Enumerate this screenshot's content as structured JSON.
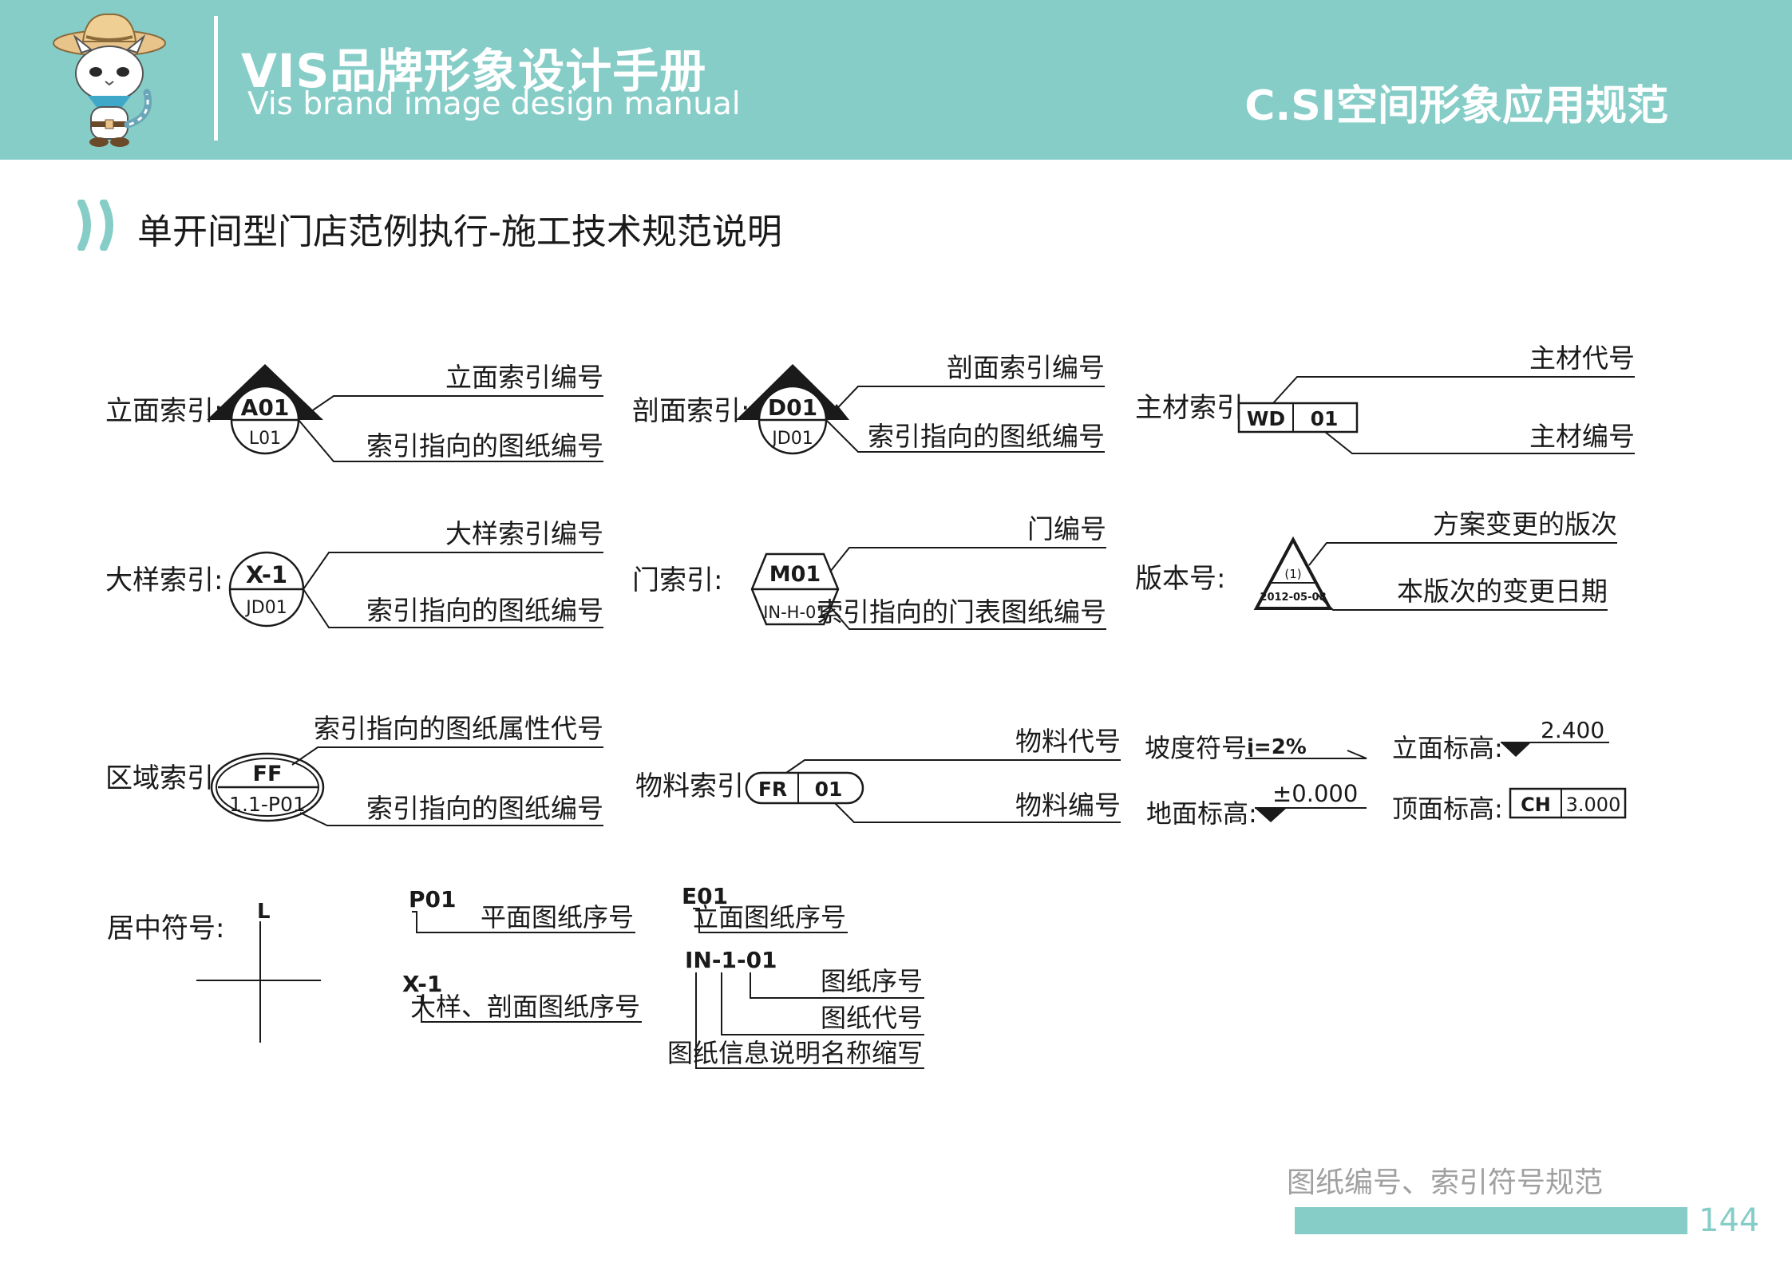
{
  "header": {
    "manual_title": "VIS品牌形象设计手册",
    "manual_subtitle": "Vis brand image design manual",
    "chapter": "C.SI空间形象应用规范",
    "brand_color": "#86cdc8"
  },
  "section": {
    "title": "单开间型门店范例执行-施工技术规范说明",
    "chevron_icon": "double-chevron-icon"
  },
  "symbols": {
    "elevation": {
      "label": "立面索引:",
      "top_code": "A01",
      "bottom_code": "L01",
      "line1": "立面索引编号",
      "line2": "索引指向的图纸编号"
    },
    "section_index": {
      "label": "剖面索引:",
      "top_code": "D01",
      "bottom_code": "JD01",
      "line1": "剖面索引编号",
      "line2": "索引指向的图纸编号"
    },
    "material_index": {
      "label": "主材索引:",
      "code": "WD",
      "number": "01",
      "line1": "主材代号",
      "line2": "主材编号"
    },
    "detail_index": {
      "label": "大样索引:",
      "top_code": "X-1",
      "bottom_code": "JD01",
      "line1": "大样索引编号",
      "line2": "索引指向的图纸编号"
    },
    "door_index": {
      "label": "门索引:",
      "top_code": "M01",
      "bottom_code": "IN-H-01",
      "line1": "门编号",
      "line2": "索引指向的门表图纸编号"
    },
    "version": {
      "label": "版本号:",
      "top_code": "(1)",
      "bottom_code": "2012-05-08",
      "line1": "方案变更的版次",
      "line2": "本版次的变更日期"
    },
    "area_index": {
      "label": "区域索引:",
      "top_code": "FF",
      "bottom_code": "1.1-P01",
      "line1": "索引指向的图纸属性代号",
      "line2": "索引指向的图纸编号"
    },
    "item_index": {
      "label": "物料索引:",
      "code": "FR",
      "number": "01",
      "line1": "物料代号",
      "line2": "物料编号"
    },
    "slope": {
      "label": "坡度符号:",
      "value": "i=2%"
    },
    "floor_level": {
      "label": "地面标高:",
      "value": "±0.000"
    },
    "elev_level": {
      "label": "立面标高:",
      "value": "2.400"
    },
    "ceiling_level": {
      "label": "顶面标高:",
      "code": "CH",
      "value": "3.000"
    },
    "center": {
      "label": "居中符号:",
      "mark": "L"
    },
    "plan_no": {
      "code": "P01",
      "desc": "平面图纸序号"
    },
    "detail_no": {
      "code": "X-1",
      "desc": "大样、剖面图纸序号"
    },
    "elev_no": {
      "code": "E01",
      "desc": "立面图纸序号"
    },
    "drawing_no": {
      "code": "IN-1-01",
      "seq": "图纸序号",
      "type": "图纸代号",
      "info": "图纸信息说明名称缩写"
    }
  },
  "footer": {
    "label": "图纸编号、索引符号规范",
    "page": "144"
  }
}
